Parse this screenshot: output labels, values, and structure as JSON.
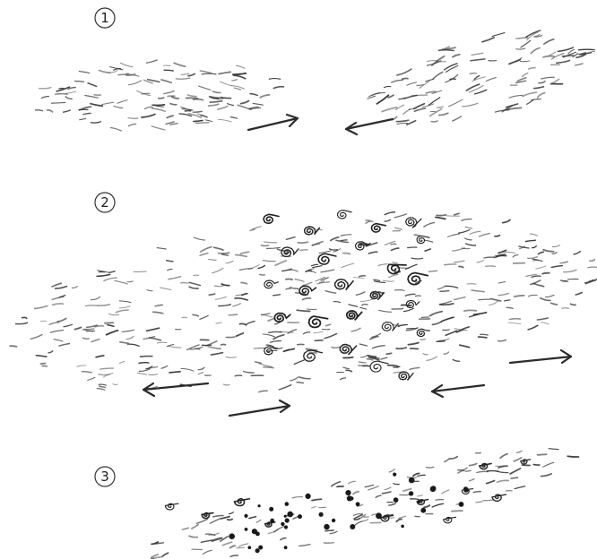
{
  "panels": [
    {
      "label": "1"
    },
    {
      "label": "2"
    },
    {
      "label": "3"
    }
  ]
}
